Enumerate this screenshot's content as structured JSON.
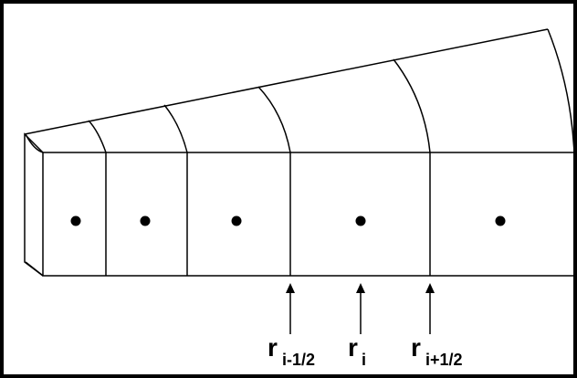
{
  "diagram": {
    "cells": 5,
    "labels": [
      {
        "main": "r",
        "sub": "i-1/2"
      },
      {
        "main": "r",
        "sub": "i"
      },
      {
        "main": "r",
        "sub": "i+1/2"
      }
    ]
  },
  "colors": {
    "stroke": "#000000",
    "background": "#ffffff"
  }
}
